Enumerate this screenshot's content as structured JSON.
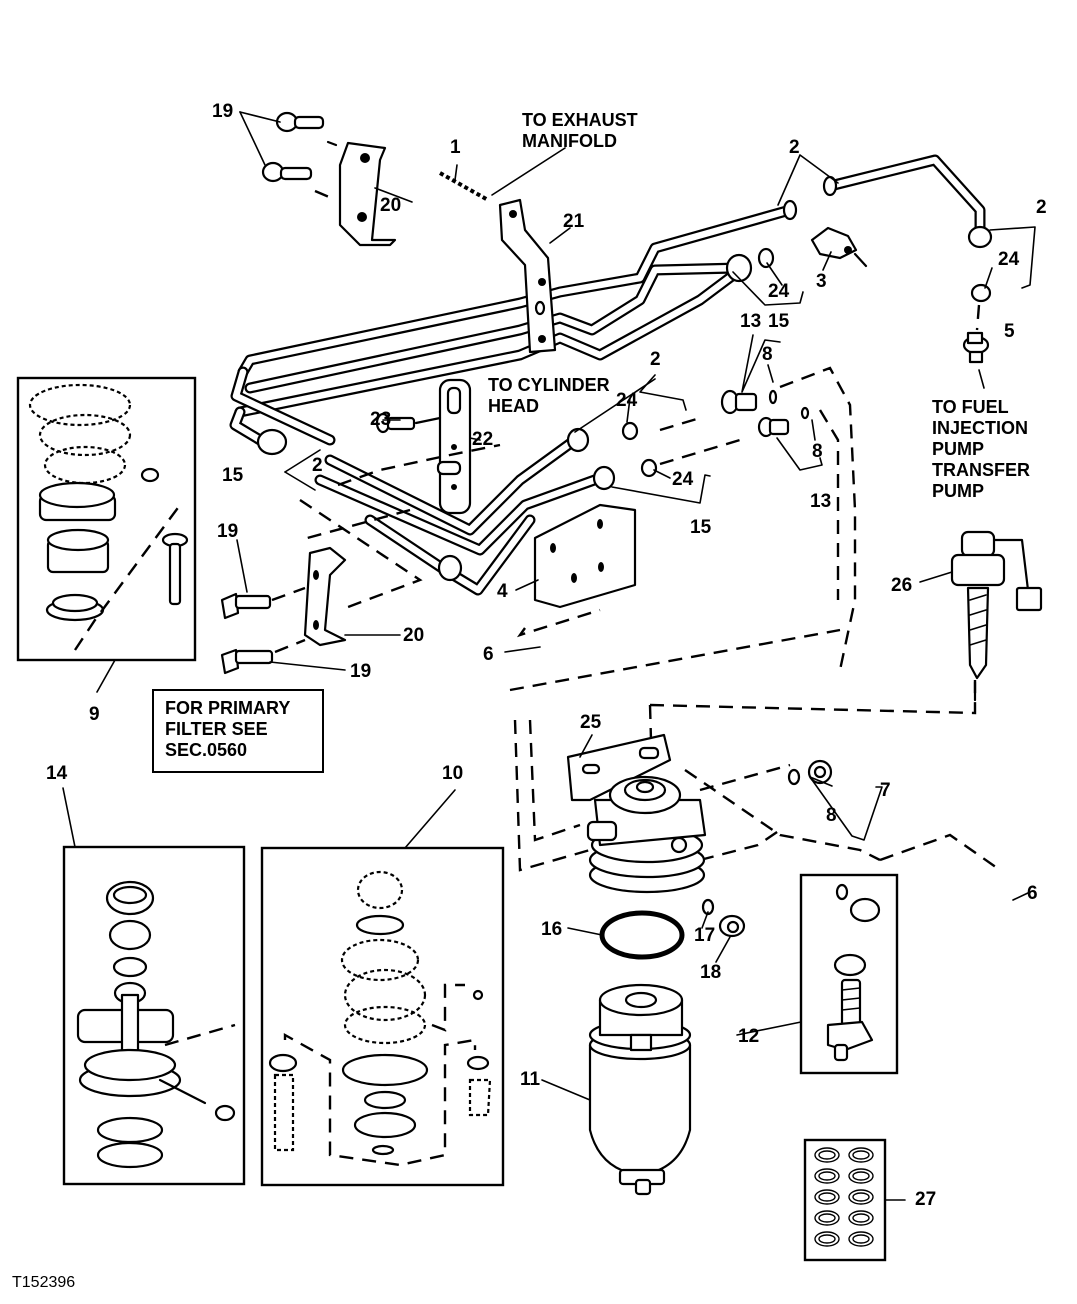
{
  "figure_id": "T152396",
  "notes": {
    "exhaust": "TO EXHAUST\nMANIFOLD",
    "cylinder_head": "TO CYLINDER\nHEAD",
    "fuel_injection": "TO FUEL\nINJECTION\nPUMP\nTRANSFER\nPUMP",
    "primary_filter": "FOR PRIMARY\nFILTER SEE\nSEC.0560"
  },
  "callouts": [
    {
      "id": "c19a",
      "text": "19",
      "part": "cap screw"
    },
    {
      "id": "c1",
      "text": "1",
      "part": "spring pin"
    },
    {
      "id": "c2a",
      "text": "2",
      "part": "fuel line"
    },
    {
      "id": "c2b",
      "text": "2",
      "part": "fuel line"
    },
    {
      "id": "c20a",
      "text": "20",
      "part": "bracket"
    },
    {
      "id": "c21",
      "text": "21",
      "part": "bracket"
    },
    {
      "id": "c3",
      "text": "3",
      "part": "clamp"
    },
    {
      "id": "c24a",
      "text": "24",
      "part": "sleeve"
    },
    {
      "id": "c24b",
      "text": "24",
      "part": "sleeve"
    },
    {
      "id": "c15a",
      "text": "15",
      "part": "fuel line"
    },
    {
      "id": "c13a",
      "text": "13",
      "part": "fitting"
    },
    {
      "id": "c8a",
      "text": "8",
      "part": "o-ring"
    },
    {
      "id": "c5",
      "text": "5",
      "part": "fitting"
    },
    {
      "id": "c2c",
      "text": "2",
      "part": "fuel line"
    },
    {
      "id": "c23",
      "text": "23",
      "part": "cap screw"
    },
    {
      "id": "c22",
      "text": "22",
      "part": "bracket"
    },
    {
      "id": "c24c",
      "text": "24",
      "part": "sleeve"
    },
    {
      "id": "c8b",
      "text": "8",
      "part": "o-ring"
    },
    {
      "id": "c15b",
      "text": "15",
      "part": "fuel line"
    },
    {
      "id": "c2d",
      "text": "2",
      "part": "fuel line"
    },
    {
      "id": "c24d",
      "text": "24",
      "part": "sleeve"
    },
    {
      "id": "c13b",
      "text": "13",
      "part": "fitting"
    },
    {
      "id": "c15c",
      "text": "15",
      "part": "fuel line"
    },
    {
      "id": "c19b",
      "text": "19",
      "part": "cap screw"
    },
    {
      "id": "c4",
      "text": "4",
      "part": "plate"
    },
    {
      "id": "c26",
      "text": "26",
      "part": "sensor"
    },
    {
      "id": "c20b",
      "text": "20",
      "part": "bracket"
    },
    {
      "id": "c6a",
      "text": "6",
      "part": "cap screw"
    },
    {
      "id": "c19c",
      "text": "19",
      "part": "cap screw"
    },
    {
      "id": "c9",
      "text": "9",
      "part": "kit"
    },
    {
      "id": "c25",
      "text": "25",
      "part": "bracket"
    },
    {
      "id": "c7",
      "text": "7",
      "part": "fitting"
    },
    {
      "id": "c8c",
      "text": "8",
      "part": "o-ring"
    },
    {
      "id": "c14",
      "text": "14",
      "part": "kit"
    },
    {
      "id": "c10",
      "text": "10",
      "part": "kit"
    },
    {
      "id": "c6b",
      "text": "6",
      "part": "cap screw"
    },
    {
      "id": "c16",
      "text": "16",
      "part": "o-ring"
    },
    {
      "id": "c17",
      "text": "17",
      "part": "o-ring"
    },
    {
      "id": "c18",
      "text": "18",
      "part": "plug"
    },
    {
      "id": "c12",
      "text": "12",
      "part": "kit"
    },
    {
      "id": "c11",
      "text": "11",
      "part": "filter element"
    },
    {
      "id": "c27",
      "text": "27",
      "part": "o-ring kit"
    }
  ],
  "o_ring_kit": {
    "rows": 5,
    "cols": 2
  }
}
